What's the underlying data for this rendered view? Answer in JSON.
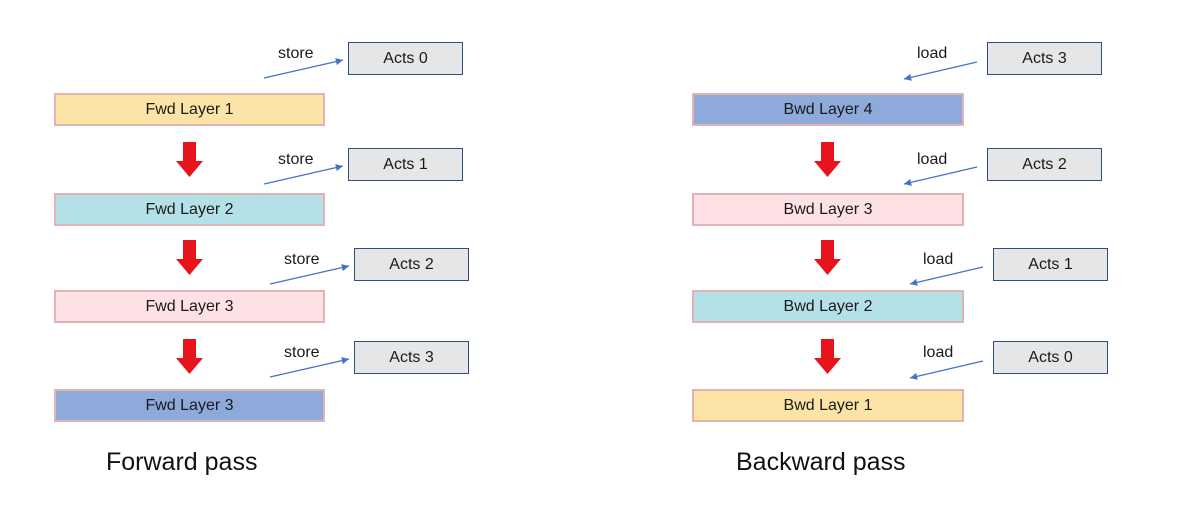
{
  "forward": {
    "caption": "Forward pass",
    "layers": [
      {
        "label": "Fwd Layer 1",
        "color": "#fce4a6"
      },
      {
        "label": "Fwd Layer 2",
        "color": "#b4e1e8"
      },
      {
        "label": "Fwd Layer 3",
        "color": "#fde1e4"
      },
      {
        "label": "Fwd Layer 3",
        "color": "#8eaadb"
      }
    ],
    "acts": [
      "Acts 0",
      "Acts 1",
      "Acts 2",
      "Acts 3"
    ],
    "op_label": "store"
  },
  "backward": {
    "caption": "Backward pass",
    "layers": [
      {
        "label": "Bwd Layer 4",
        "color": "#8eaadb"
      },
      {
        "label": "Bwd Layer 3",
        "color": "#fde1e4"
      },
      {
        "label": "Bwd Layer 2",
        "color": "#b4e1e8"
      },
      {
        "label": "Bwd Layer 1",
        "color": "#fce4a6"
      }
    ],
    "acts": [
      "Acts 3",
      "Acts 2",
      "Acts 1",
      "Acts 0"
    ],
    "op_label": "load"
  },
  "colors": {
    "flow_arrow": "#e8141b",
    "data_arrow": "#4472c4"
  }
}
